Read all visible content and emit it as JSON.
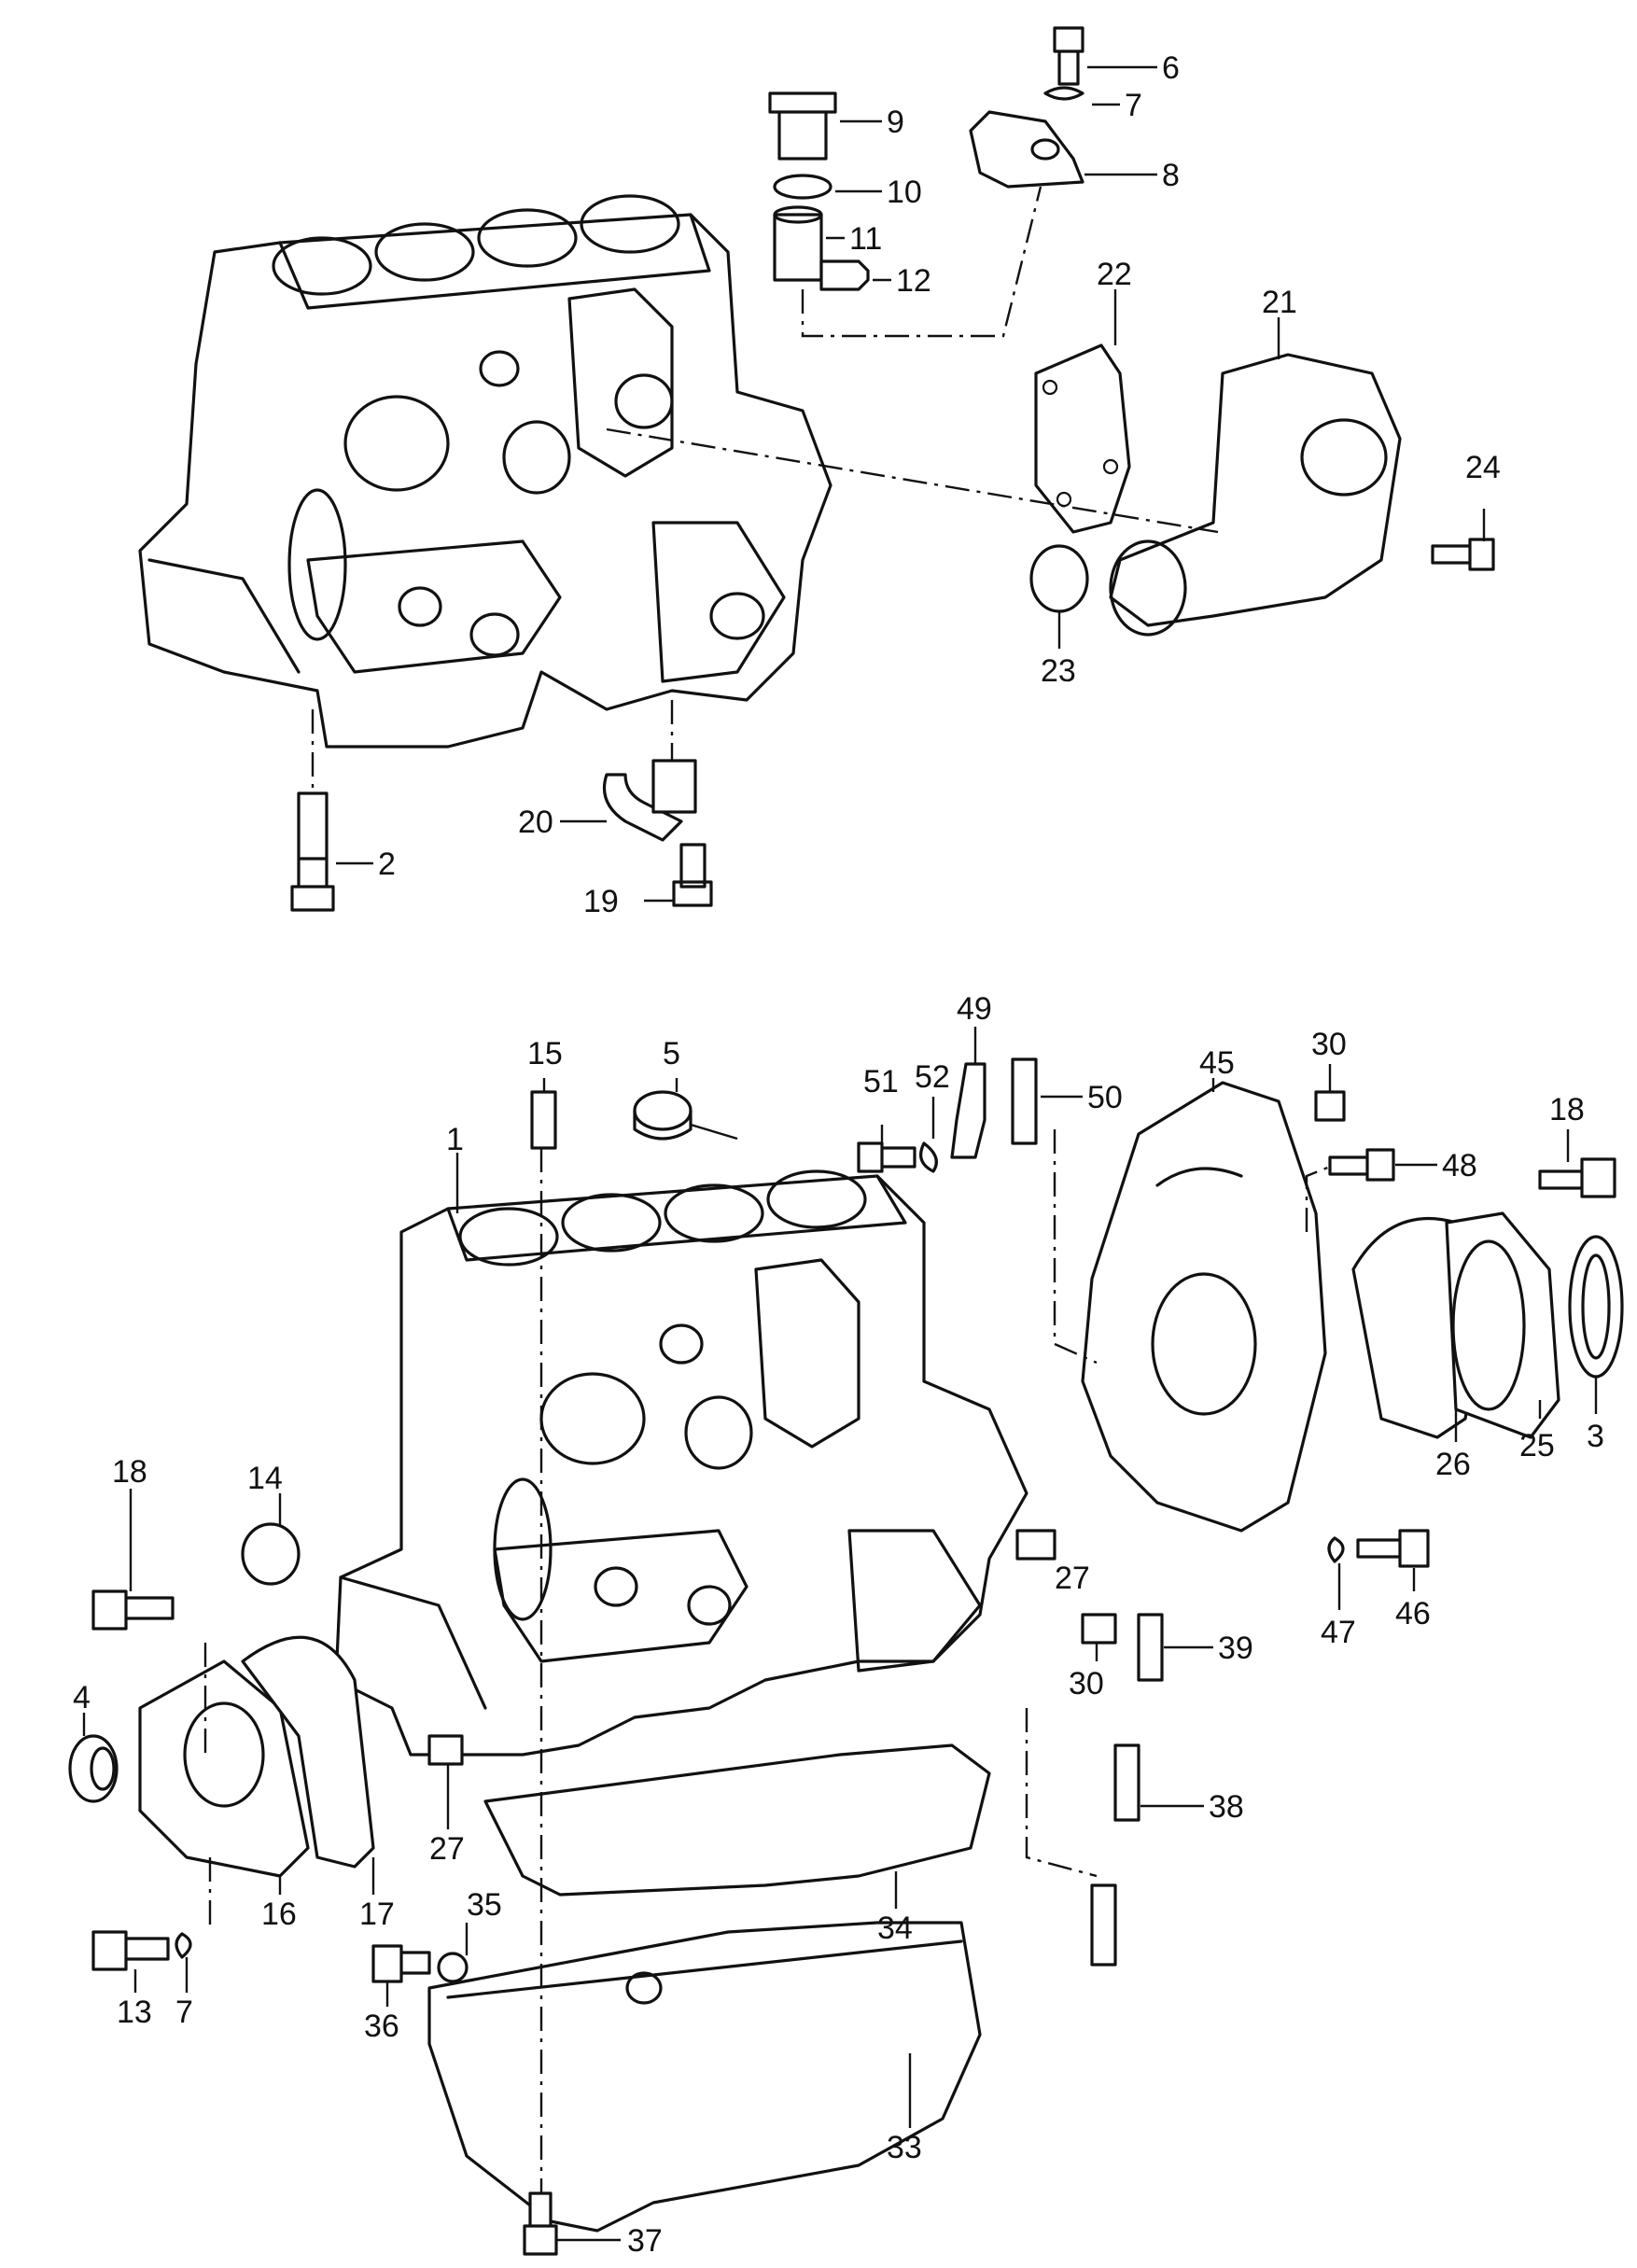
{
  "callouts": {
    "c2": "2",
    "c6": "6",
    "c7a": "7",
    "c8": "8",
    "c9": "9",
    "c10": "10",
    "c11": "11",
    "c12": "12",
    "c19": "19",
    "c20": "20",
    "c21": "21",
    "c22": "22",
    "c23": "23",
    "c24": "24",
    "c1": "1",
    "c3": "3",
    "c4": "4",
    "c5": "5",
    "c7b": "7",
    "c13": "13",
    "c14": "14",
    "c15": "15",
    "c16": "16",
    "c17": "17",
    "c18a": "18",
    "c18b": "18",
    "c25": "25",
    "c26": "26",
    "c27a": "27",
    "c27b": "27",
    "c30a": "30",
    "c30b": "30",
    "c33": "33",
    "c34": "34",
    "c35": "35",
    "c36": "36",
    "c37": "37",
    "c38": "38",
    "c39": "39",
    "c45": "45",
    "c46": "46",
    "c47": "47",
    "c48": "48",
    "c49": "49",
    "c50": "50",
    "c51": "51",
    "c52": "52"
  }
}
